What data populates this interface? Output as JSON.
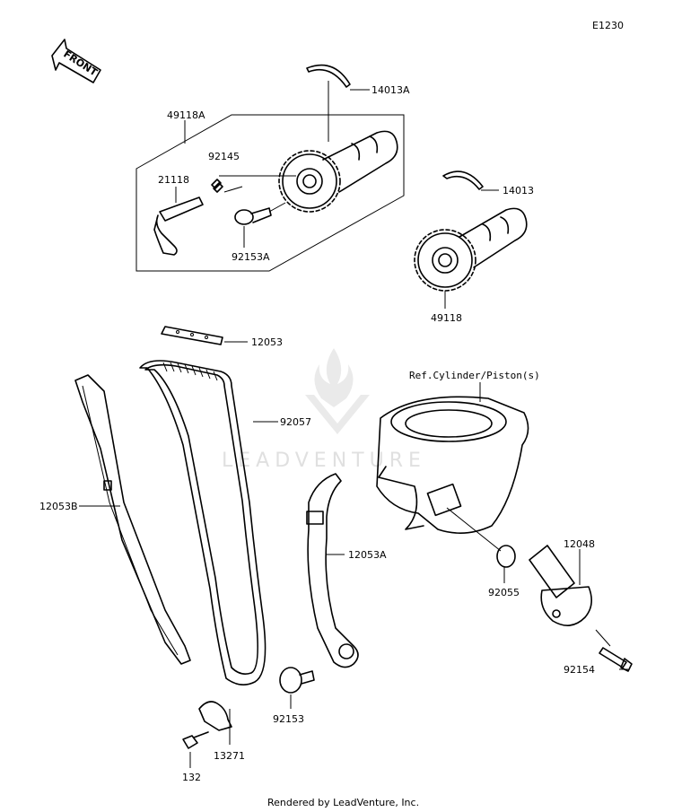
{
  "diagram": {
    "code": "E1230",
    "front_arrow_label": "FRONT",
    "watermark": "LEADVENTURE",
    "reference_label": "Ref.Cylinder/Piston(s)",
    "footer": "Rendered by LeadVenture, Inc.",
    "parts": {
      "p14013A": "14013A",
      "p49118A": "49118A",
      "p92145": "92145",
      "p21118": "21118",
      "p92153A": "92153A",
      "p14013": "14013",
      "p49118": "49118",
      "p12053": "12053",
      "p92057": "92057",
      "p12053B": "12053B",
      "p12053A": "12053A",
      "p12048": "12048",
      "p92055": "92055",
      "p92154": "92154",
      "p92153": "92153",
      "p13271": "13271",
      "p132": "132"
    }
  }
}
